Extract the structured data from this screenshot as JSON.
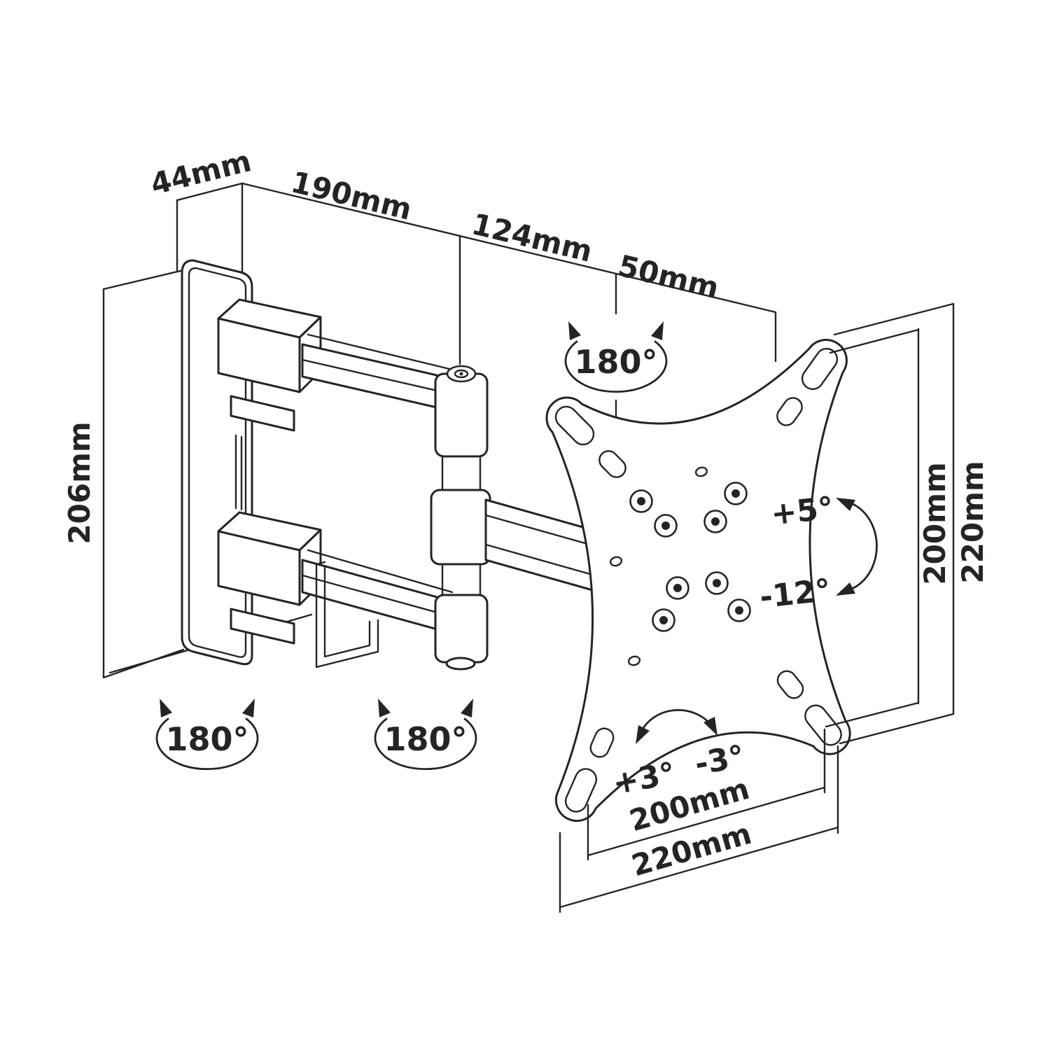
{
  "diagram": {
    "colors": {
      "line": "#272324",
      "background": "#ffffff"
    },
    "labels": {
      "dim_44": "44mm",
      "dim_190": "190mm",
      "dim_124": "124mm",
      "dim_50": "50mm",
      "dim_206": "206mm",
      "right_inner": "200mm",
      "right_outer": "220mm",
      "bottom_inner": "200mm",
      "bottom_outer": "220mm",
      "swivel_wall": "180°",
      "swivel_elbow": "180°",
      "swivel_head": "180°",
      "tilt_up": "+5°",
      "tilt_down": "-12°",
      "level_pos": "+3°",
      "level_neg": "-3°"
    }
  }
}
